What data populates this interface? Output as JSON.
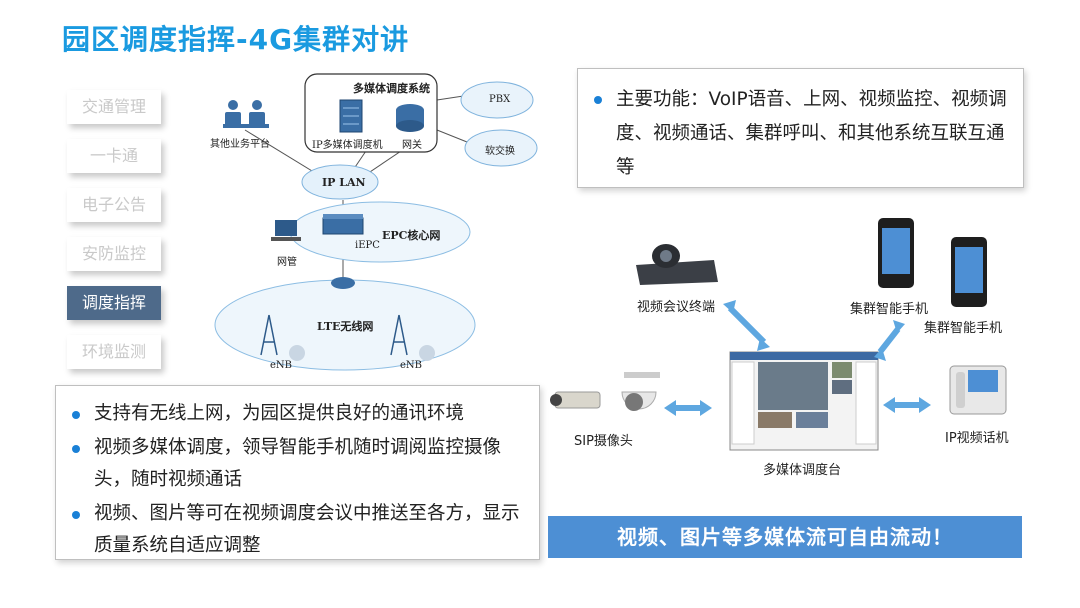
{
  "title": "园区调度指挥-4G集群对讲",
  "nav": {
    "items": [
      {
        "label": "交通管理",
        "active": false
      },
      {
        "label": "一卡通",
        "active": false
      },
      {
        "label": "电子公告",
        "active": false
      },
      {
        "label": "安防监控",
        "active": false
      },
      {
        "label": "调度指挥",
        "active": true
      },
      {
        "label": "环境监测",
        "active": false
      }
    ]
  },
  "diagram": {
    "multimedia_system": "多媒体调度系统",
    "other_platform": "其他业务平台",
    "ip_dispatcher": "IP多媒体调度机",
    "gateway": "网关",
    "pbx": "PBX",
    "softswitch": "软交换",
    "ip_lan": "IP LAN",
    "epc_core": "EPC核心网",
    "iepc": "iEPC",
    "netmgr": "网管",
    "lte": "LTE无线网",
    "enb1": "eNB",
    "enb2": "eNB"
  },
  "features": {
    "text": "主要功能：VoIP语音、上网、视频监控、视频调度、视频通话、集群呼叫、和其他系统互联互通等"
  },
  "points": [
    "支持有无线上网，为园区提供良好的通讯环境",
    "视频多媒体调度，领导智能手机随时调阅监控摄像头，随时视频通话",
    "视频、图片等可在视频调度会议中推送至各方，显示质量系统自适应调整"
  ],
  "devices": {
    "conference": "视频会议终端",
    "phone1": "集群智能手机",
    "phone2": "集群智能手机",
    "sip_camera": "SIP摄像头",
    "console": "多媒体调度台",
    "ip_phone": "IP视频话机"
  },
  "banner": "视频、图片等多媒体流可自由流动！",
  "colors": {
    "title": "#1a9ae0",
    "nav_active": "#4e6a8a",
    "bullet": "#1a80d6",
    "banner": "#4d8fd4",
    "arrow": "#5ea7e0"
  }
}
